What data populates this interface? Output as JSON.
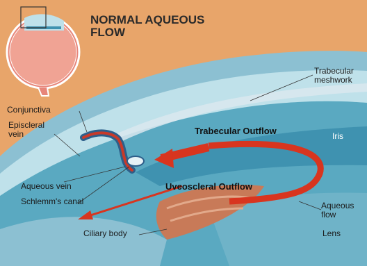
{
  "title": "NORMAL AQUEOUS\nFLOW",
  "labels": {
    "conjunctiva": "Conjunctiva",
    "episcleral_vein": "Episcleral\nvein",
    "aqueous_vein": "Aqueous vein",
    "schlemms_canal": "Schlemm's canal",
    "ciliary_body": "Ciliary body",
    "trabecular_meshwork": "Trabecular\nmeshwork",
    "iris": "Iris",
    "aqueous_flow": "Aqueous\nflow",
    "lens": "Lens",
    "trabecular_outflow": "Trabecular Outflow",
    "uveoscleral_outflow": "Uveoscleral Outflow"
  },
  "colors": {
    "background": "#e8a56a",
    "cornea": "#bfe1ea",
    "sclera": "#7fb6c9",
    "anterior_chamber": "#4f9fb8",
    "iris": "#3d8fae",
    "ciliary_body": "#c87a58",
    "arrow_red": "#d8351f"
  }
}
